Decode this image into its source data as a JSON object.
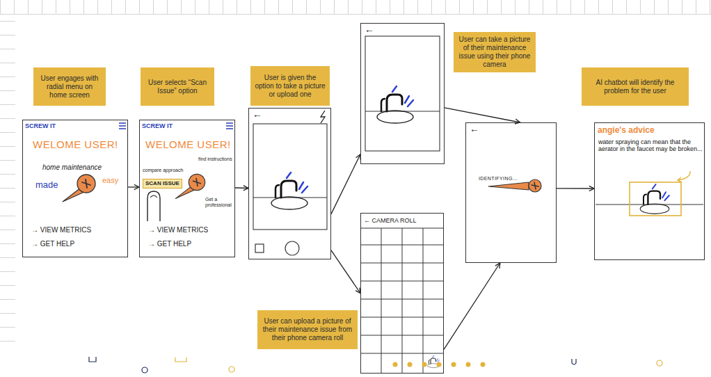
{
  "diagram": {
    "nodes": [
      {
        "text": [
          "User engages with radial menu on home screen"
        ]
      },
      {
        "text": [
          "SCREW IT",
          "WELOME USER!",
          "home maintenance",
          "made",
          "easy",
          "→ VIEW METRICS",
          "→ GET HELP"
        ]
      },
      {
        "text": [
          "User selects “Scan Issue” option"
        ]
      },
      {
        "text": [
          "SCREW IT",
          "WELOME USER!",
          "compare approach",
          "find instructions",
          "Get a professional",
          "→ VIEW METRICS",
          "→ GET HELP"
        ]
      },
      {
        "text": [
          "SCAN ISSUE"
        ],
        "in": 3
      },
      {
        "text": [
          "User is given the option to take a picture or upload one"
        ]
      },
      {
        "text": [
          "←"
        ]
      },
      {
        "text": [
          "←"
        ]
      },
      {
        "text": [
          "User can take a picture of their maintenance issue using their phone camera"
        ]
      },
      {
        "text": [
          "←",
          "IDENTIFYING..."
        ]
      },
      {
        "text": [
          "AI chatbot will identify the problem for the user"
        ]
      },
      {
        "text": [
          "angie's advice",
          "water spraying can mean that the aerator in the faucet may be broken..."
        ]
      },
      {
        "text": [
          "← CAMERA ROLL"
        ]
      },
      {
        "text": [
          "User can upload a picture of their maintenance issue from their phone camera roll"
        ]
      }
    ],
    "edges": [
      {
        "from": 1,
        "to": 3,
        "arrow": "to"
      },
      {
        "from": 3,
        "to": 6,
        "arrow": "to"
      },
      {
        "from": 6,
        "to": 7,
        "arrow": "to"
      },
      {
        "from": 6,
        "to": 12,
        "arrow": "to"
      },
      {
        "from": 7,
        "to": 9,
        "arrow": "to"
      },
      {
        "from": 12,
        "to": 9,
        "arrow": "to"
      },
      {
        "from": 9,
        "to": 11,
        "arrow": "to"
      }
    ]
  }
}
